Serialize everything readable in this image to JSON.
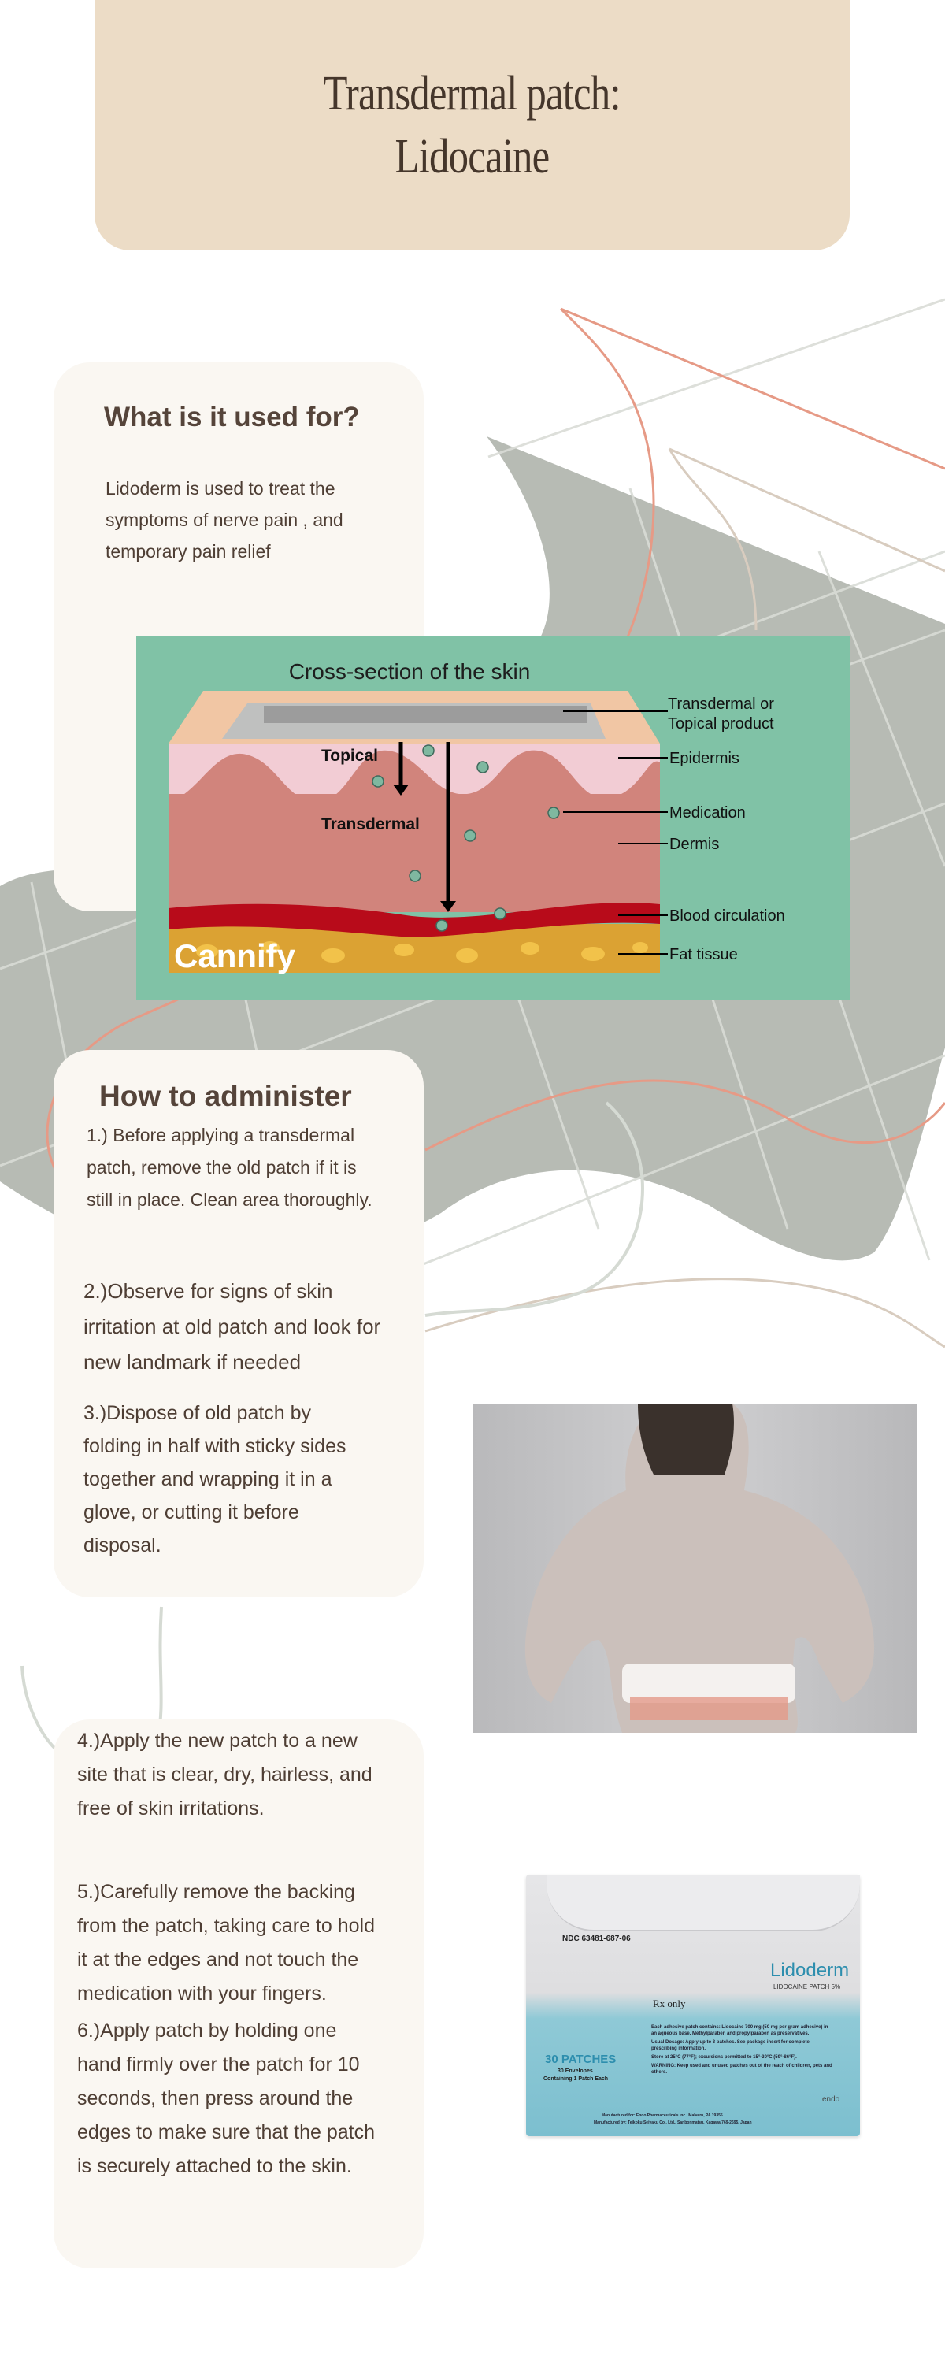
{
  "header": {
    "title_line1": "Transdermal patch:",
    "title_line2": "Lidocaine"
  },
  "used_for": {
    "heading": "What is it used for?",
    "body": "Lidoderm is used to treat the symptoms of nerve pain , and temporary pain relief"
  },
  "skin_diagram": {
    "title": "Cross-section of the skin",
    "arrow_topical": "Topical",
    "arrow_transdermal": "Transdermal",
    "labels": {
      "product_line1": "Transdermal or",
      "product_line2": "Topical product",
      "epidermis": "Epidermis",
      "medication": "Medication",
      "dermis": "Dermis",
      "blood": "Blood circulation",
      "fat": "Fat tissue"
    },
    "logo": "Cannify"
  },
  "administer": {
    "heading": "How to administer",
    "steps": [
      "1.) Before applying a transdermal patch, remove the old patch if it is still in place. Clean area thoroughly.",
      "2.)Observe for signs of skin irritation at old patch and look for new landmark if needed",
      "3.)Dispose of old patch by folding in half with sticky sides together and wrapping it in a glove, or cutting it before disposal.",
      "4.)Apply the new patch to a new site that is clear, dry, hairless, and free of skin irritations.",
      "5.)Carefully remove the backing from the patch, taking care to hold it at the edges and not touch the medication with your fingers.",
      "6.)Apply patch by holding one hand firmly over the patch for 10 seconds, then press around the edges to make sure that the patch is securely attached to the skin."
    ]
  },
  "product_box": {
    "ndc": "NDC 63481-687-06",
    "brand": "Lidoderm",
    "subbrand": "LIDOCAINE PATCH 5%",
    "rx": "Rx only",
    "count": "30 PATCHES",
    "count_sub1": "30 Envelopes",
    "count_sub2": "Containing 1 Patch Each",
    "contains": "Each adhesive patch contains: Lidocaine 700 mg (50 mg per gram adhesive) in an aqueous base. Methylparaben and propylparaben as preservatives.",
    "dosage": "Usual Dosage: Apply up to 3 patches. See package insert for complete prescribing information.",
    "storage": "Store at 25°C (77°F); excursions permitted to 15°-30°C (59°-86°F).",
    "warning": "WARNING: Keep used and unused patches out of the reach of children, pets and others.",
    "maker": "endo",
    "mfd_for": "Manufactured for: Endo Pharmaceuticals Inc., Malvern, PA 19355",
    "mfd_by": "Manufactured by: Teikoku Seiyaku Co., Ltd., Sanbonmatsu, Kagawa 769-2695, Japan"
  },
  "colors": {
    "title_bg": "#ecdcc6",
    "card_bg": "#faf7f2",
    "blob": "#b7bbb4",
    "diagram_bg": "#80c2a6",
    "text": "#4e3e34"
  }
}
